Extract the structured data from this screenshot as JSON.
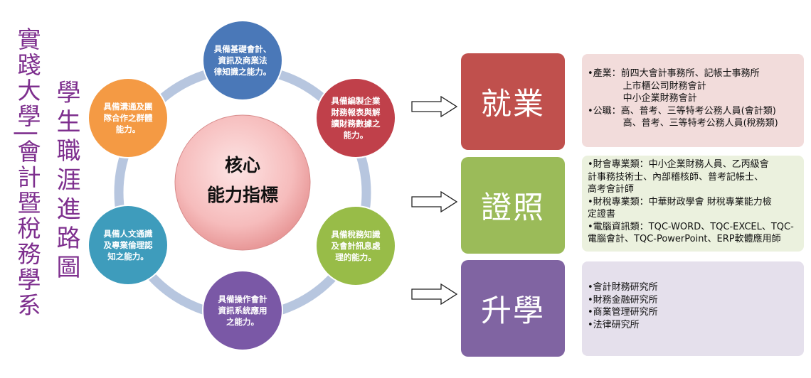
{
  "titles": {
    "department": "實踐大學|會計暨稅務學系",
    "career_map": "學生職涯進路圖"
  },
  "center": {
    "line1": "核心",
    "line2": "能力指標"
  },
  "competencies": [
    {
      "lines": [
        "具備基礎會計、",
        "資訊及商業法",
        "律知識之能力。"
      ],
      "color": "#4a78b8"
    },
    {
      "lines": [
        "具備編製企業",
        "財務報表與解",
        "讀財務數據之",
        "能力。"
      ],
      "color": "#c0404a"
    },
    {
      "lines": [
        "具備稅務知識",
        "及會計訊息處",
        "理的能力。"
      ],
      "color": "#98bc48"
    },
    {
      "lines": [
        "具備操作會計",
        "資訊系統應用",
        "之能力。"
      ],
      "color": "#7a58a6"
    },
    {
      "lines": [
        "具備人文通識",
        "及專業倫理認",
        "知之能力。"
      ],
      "color": "#3e9cbc"
    },
    {
      "lines": [
        "具備溝通及團",
        "隊合作之群體",
        "能力。"
      ],
      "color": "#f49a44"
    }
  ],
  "categories": [
    {
      "label": "就業",
      "color": "#c0504d",
      "detail_bg": "#f2dcdb",
      "lines": [
        "•產業：前四大會計事務所、記帳士事務所",
        "            上市櫃公司財務會計",
        "            中小企業財務會計",
        "•公職：高、普考、三等特考公務人員(會計類)",
        "            高、普考、三等特考公務人員(稅務類)"
      ]
    },
    {
      "label": "證照",
      "color": "#9bbb59",
      "detail_bg": "#ebf1de",
      "lines": [
        "•財會專業類：中小企業財務人員、乙丙級會",
        "計事務技術士、內部稽核師、普考記帳士、",
        "高考會計師",
        "•財稅專業類：中華財政學會 財稅專業能力檢",
        "定證書",
        "•電腦資訊類：TQC-WORD、TQC-EXCEL、TQC-",
        "電腦會計、TQC-PowerPoint、ERP軟體應用師"
      ]
    },
    {
      "label": "升學",
      "color": "#8064a2",
      "detail_bg": "#e5e0ec",
      "lines": [
        "•會計財務研究所",
        "•財務金融研究所",
        "•商業管理研究所",
        "•法律研究所"
      ]
    }
  ]
}
